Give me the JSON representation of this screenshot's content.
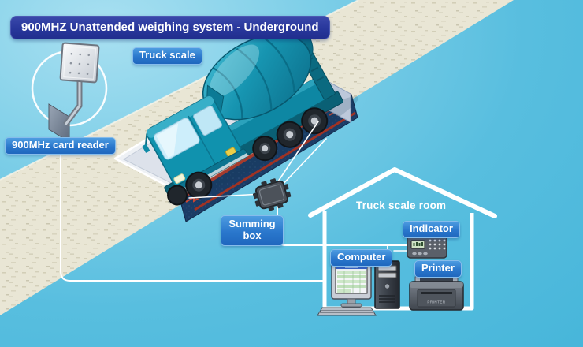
{
  "title": "900MHZ Unattended weighing system - Underground",
  "labels": {
    "truck_scale": "Truck scale",
    "card_reader": "900MHz card reader",
    "summing_box": "Summing box",
    "room": "Truck scale room",
    "indicator": "Indicator",
    "computer": "Computer",
    "printer": "Printer"
  },
  "devices": {
    "printer_front_text": "PRINTER"
  },
  "connections": [
    "scale load cells -> summing box",
    "summing box -> indicator",
    "indicator -> computer",
    "card reader -> truck scale room"
  ],
  "colors": {
    "sky": "#58bedf",
    "road": "#e9e6d5",
    "pit_navy": "#1b3c66",
    "beam_red": "#c23b26",
    "deck_gray": "#dde2eb",
    "truck_teal": "#1092ae",
    "label_blue": "#2a77cc",
    "title_blue": "#28379b",
    "cable_white": "#ffffff"
  }
}
